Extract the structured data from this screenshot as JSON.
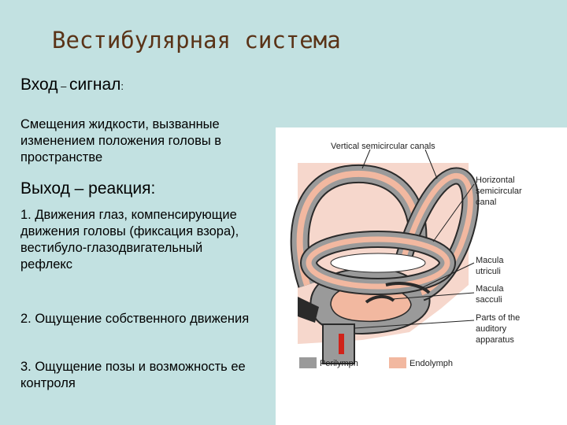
{
  "title": "Вестибулярная система",
  "input": {
    "heading_main": "Вход",
    "heading_dash": " – ",
    "heading_rest": "сигнал",
    "heading_colon": ":",
    "description": "Смещения жидкости, вызванные изменением положения головы в пространстве"
  },
  "output": {
    "heading": "Выход – реакция:",
    "items": [
      "1. Движения глаз, компенсирующие движения головы (фиксация взора), вестибуло-глазодвигательный рефлекс",
      "2. Ощущение собственного движения",
      "3. Ощущение позы и возможность ее контроля"
    ]
  },
  "figure": {
    "labels": {
      "vertical_canals": "Vertical semicircular canals",
      "horizontal_line1": "Horizontal",
      "horizontal_line2": "semicircular",
      "horizontal_line3": "canal",
      "macula_utriculi_line1": "Macula",
      "macula_utriculi_line2": "utriculi",
      "macula_sacculi_line1": "Macula",
      "macula_sacculi_line2": "sacculi",
      "auditory_line1": "Parts of the",
      "auditory_line2": "auditory",
      "auditory_line3": "apparatus"
    },
    "legend": {
      "perilymph": "Perilymph",
      "endolymph": "Endolymph"
    },
    "colors": {
      "perilymph": "#9a9a9a",
      "endolymph": "#f2b8a0",
      "tissue": "#f6d7cc",
      "outline": "#2a2a2a",
      "accent_red": "#d0231a"
    }
  }
}
